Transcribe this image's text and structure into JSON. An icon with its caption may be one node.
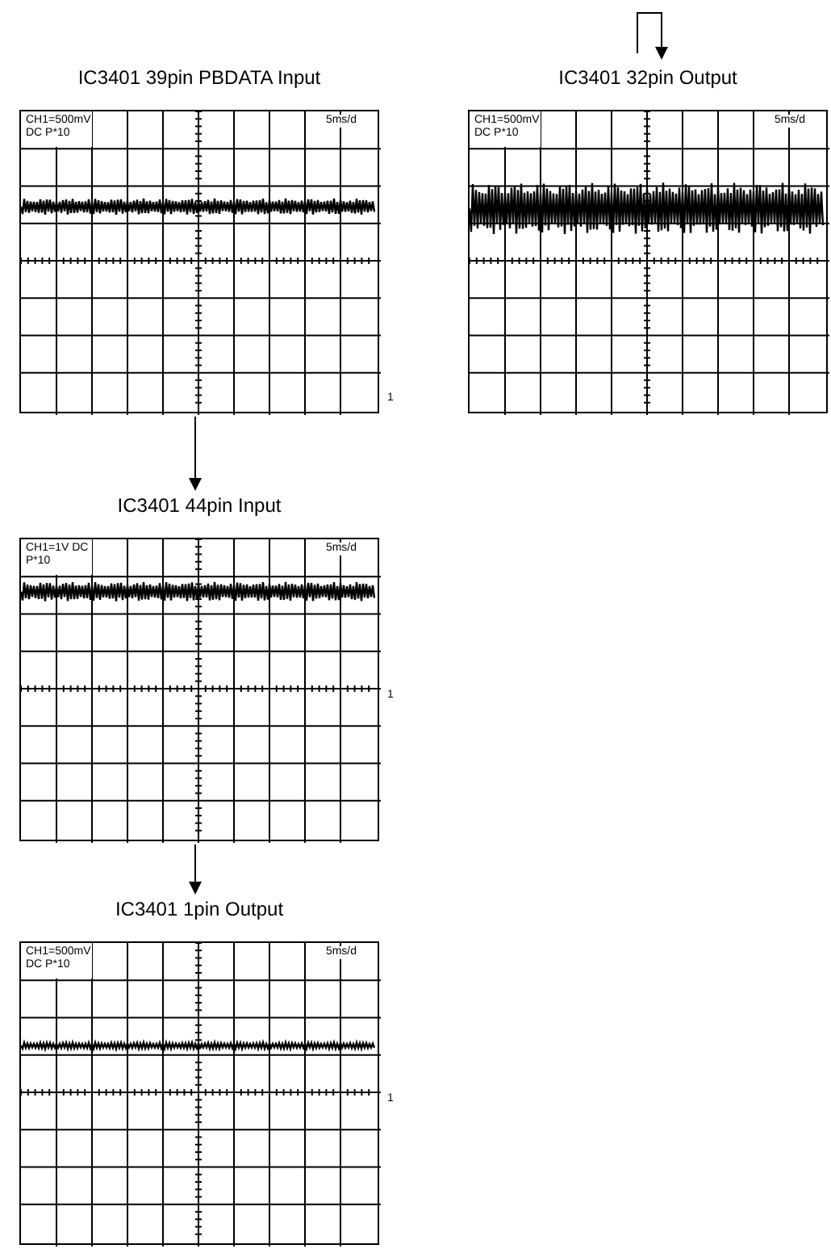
{
  "diagram": {
    "nodes": [
      {
        "text": [
          "IC3401 39pin PBDATA Input",
          "CH1=500mV DC P*10",
          "5ms/d"
        ],
        "beside": [
          "1"
        ]
      },
      {
        "text": [
          "IC3401 32pin Output",
          "CH1=500mV DC P*10",
          "5ms/d"
        ]
      },
      {
        "text": [
          "IC3401 44pin Input",
          "CH1=1V DC P*10",
          "5ms/d"
        ],
        "beside": [
          "1"
        ]
      },
      {
        "text": [
          "IC3401 1pin Output",
          "CH1=500mV DC P*10",
          "5ms/d"
        ],
        "beside": [
          "1"
        ]
      }
    ],
    "edges": [
      {
        "from": null,
        "to": 1,
        "arrow": "to"
      },
      {
        "from": 0,
        "to": 2,
        "arrow": "to"
      },
      {
        "from": 2,
        "to": 3,
        "arrow": "to"
      }
    ]
  }
}
